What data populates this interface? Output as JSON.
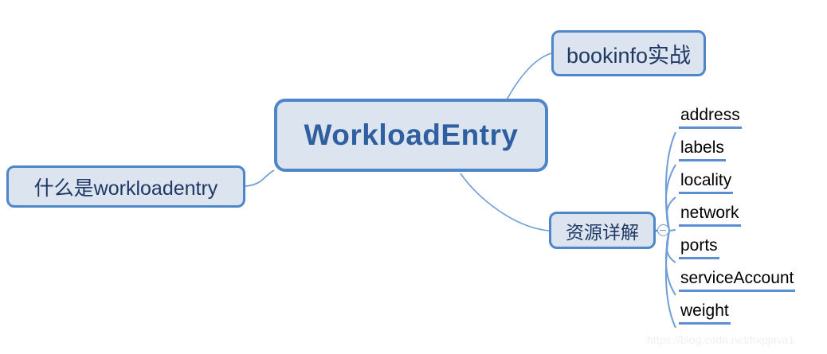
{
  "diagram": {
    "type": "mindmap",
    "title": "WorkloadEntry mind map",
    "colors": {
      "node_border": "#4e86c8",
      "node_fill": "#dce4ef",
      "central_text": "#2f5f9e",
      "branch_text": "#1f3864",
      "leaf_text": "#000000",
      "connector": "#6f9ed6",
      "leaf_underline": "#5b8fd1"
    },
    "central": {
      "label": "WorkloadEntry"
    },
    "branches": [
      {
        "id": "bookinfo",
        "label": "bookinfo实战"
      },
      {
        "id": "whatis",
        "label": "什么是workloadentry"
      },
      {
        "id": "detail",
        "label": "资源详解",
        "collapsed": false,
        "toggle": "minus"
      }
    ],
    "leaves": [
      {
        "label": "address"
      },
      {
        "label": "labels"
      },
      {
        "label": "locality"
      },
      {
        "label": "network"
      },
      {
        "label": "ports"
      },
      {
        "label": "serviceAccount"
      },
      {
        "label": "weight"
      }
    ],
    "watermark": "https://blog.csdn.net/hxpjava1"
  }
}
